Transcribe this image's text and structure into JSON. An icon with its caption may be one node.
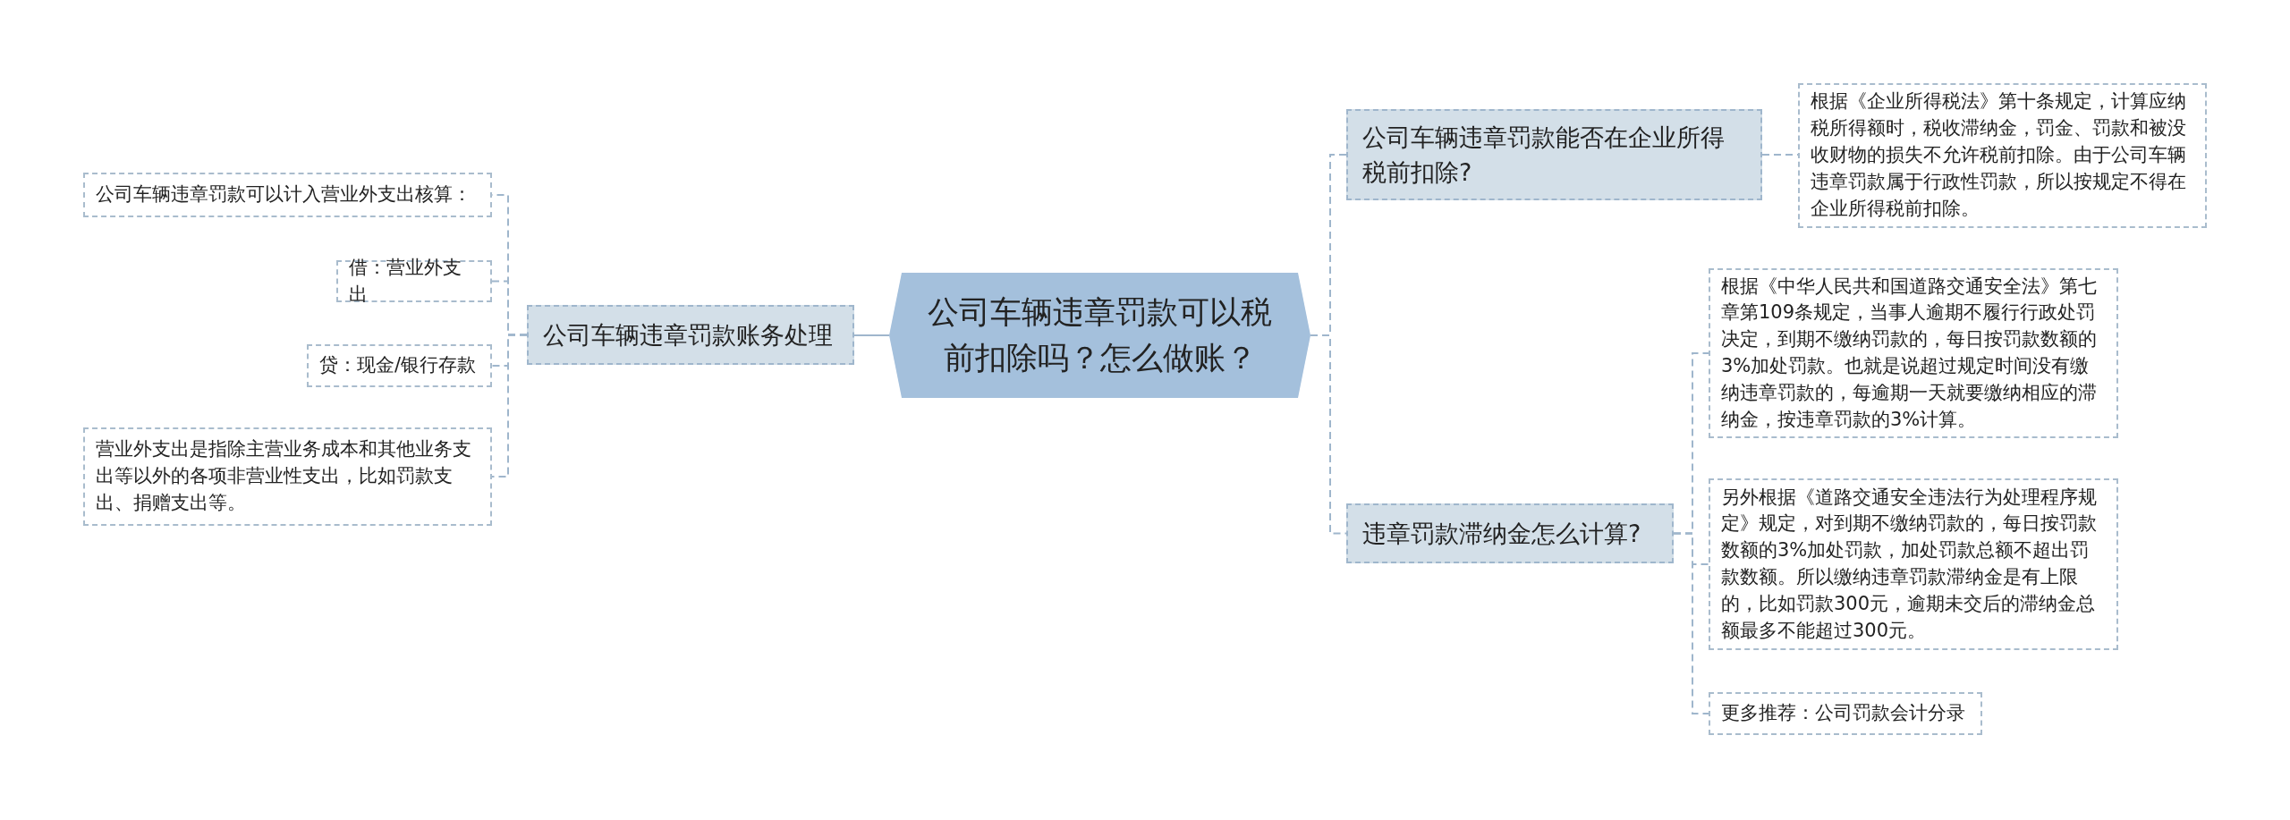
{
  "diagram": {
    "nodes": [
      {
        "text": [
          "公司车辆违章罚款可以税前扣除吗？怎么做账？"
        ]
      },
      {
        "text": [
          "公司车辆违章罚款账务处理"
        ]
      },
      {
        "text": [
          "公司车辆违章罚款可以计入营业外支出核算："
        ]
      },
      {
        "text": [
          "借：营业外支出"
        ]
      },
      {
        "text": [
          "贷：现金/银行存款"
        ]
      },
      {
        "text": [
          "营业外支出是指除主营业务成本和其他业务支出等以外的各项非营业性支出，比如罚款支出、捐赠支出等。"
        ]
      },
      {
        "text": [
          "公司车辆违章罚款能否在企业所得税前扣除?"
        ]
      },
      {
        "text": [
          "根据《企业所得税法》第十条规定，计算应纳税所得额时，税收滞纳金，罚金、罚款和被没收财物的损失不允许税前扣除。由于公司车辆违章罚款属于行政性罚款，所以按规定不得在企业所得税前扣除。"
        ]
      },
      {
        "text": [
          "违章罚款滞纳金怎么计算?"
        ]
      },
      {
        "text": [
          "根据《中华人民共和国道路交通安全法》第七章第109条规定，当事人逾期不履行行政处罚决定，到期不缴纳罚款的，每日按罚款数额的3%加处罚款。也就是说超过规定时间没有缴纳违章罚款的，每逾期一天就要缴纳相应的滞纳金，按违章罚款的3%计算。"
        ]
      },
      {
        "text": [
          "另外根据《道路交通安全违法行为处理程序规定》规定，对到期不缴纳罚款的，每日按罚款数额的3%加处罚款，加处罚款总额不超出罚款数额。所以缴纳违章罚款滞纳金是有上限的，比如罚款300元，逾期未交后的滞纳金总额最多不能超过300元。"
        ]
      },
      {
        "text": [
          "更多推荐：公司罚款会计分录"
        ]
      }
    ],
    "edges": [
      {
        "from": 0,
        "to": 1,
        "arrow": "none"
      },
      {
        "from": 1,
        "to": 2,
        "arrow": "none",
        "style": "dashed"
      },
      {
        "from": 1,
        "to": 3,
        "arrow": "none",
        "style": "dashed"
      },
      {
        "from": 1,
        "to": 4,
        "arrow": "none",
        "style": "dashed"
      },
      {
        "from": 1,
        "to": 5,
        "arrow": "none",
        "style": "dashed"
      },
      {
        "from": 0,
        "to": 6,
        "arrow": "none",
        "style": "dashed"
      },
      {
        "from": 6,
        "to": 7,
        "arrow": "none",
        "style": "dashed"
      },
      {
        "from": 0,
        "to": 8,
        "arrow": "none",
        "style": "dashed"
      },
      {
        "from": 8,
        "to": 9,
        "arrow": "none",
        "style": "dashed"
      },
      {
        "from": 8,
        "to": 10,
        "arrow": "none",
        "style": "dashed"
      },
      {
        "from": 8,
        "to": 11,
        "arrow": "none",
        "style": "dashed"
      }
    ]
  }
}
